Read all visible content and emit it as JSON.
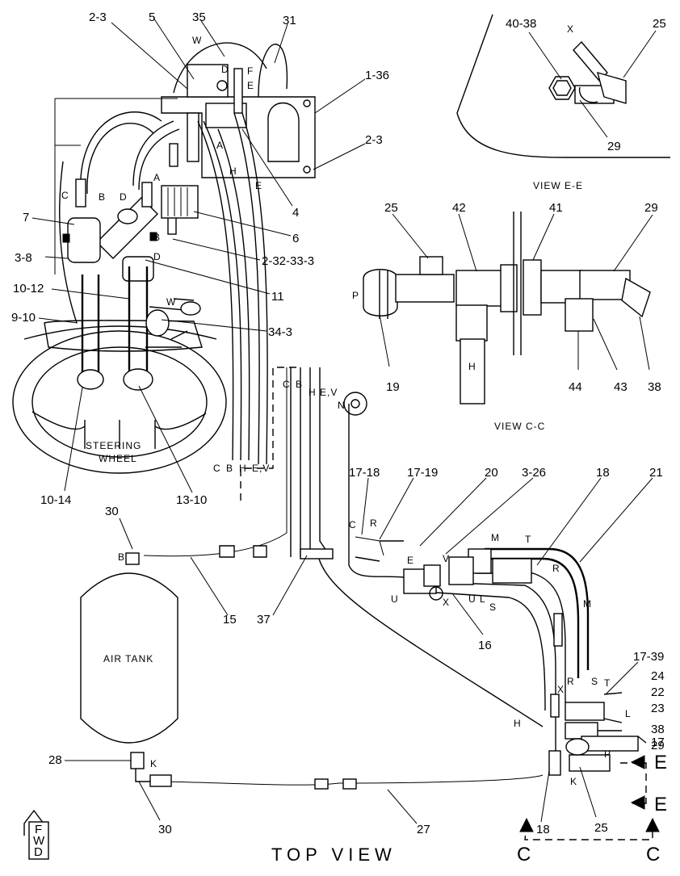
{
  "title": "TOP VIEW",
  "views": {
    "ee": "VIEW E-E",
    "cc": "VIEW C-C"
  },
  "components": {
    "air_tank": "AIR TANK",
    "steering_1": "STEERING",
    "steering_2": "WHEEL"
  },
  "fwd": [
    "F",
    "W",
    "D"
  ],
  "section_marks": {
    "c": "C",
    "e": "E"
  },
  "part_labels": {
    "l2_3a": "2-3",
    "l5": "5",
    "l35": "35",
    "l31": "31",
    "l1_36": "1-36",
    "l2_3b": "2-3",
    "l4": "4",
    "l6": "6",
    "l2_32": "2-32-33-3",
    "l11": "11",
    "l34_3": "34-3",
    "l7": "7",
    "l3_8": "3-8",
    "l10_12": "10-12",
    "l9_10": "9-10",
    "l10_14": "10-14",
    "l13_10": "13-10",
    "l30a": "30",
    "l15": "15",
    "l37": "37",
    "l17_18": "17-18",
    "l17_19a": "17-19",
    "l20": "20",
    "l3_26": "3-26",
    "l18a": "18",
    "l21": "21",
    "l16": "16",
    "l17_39": "17-39",
    "l24": "24",
    "l22": "22",
    "l23": "23",
    "l38a": "38",
    "l29a": "29",
    "l17": "17",
    "l18b": "18",
    "l25a": "25",
    "l28": "28",
    "l30b": "30",
    "l27": "27",
    "l40_38": "40-38",
    "l25b": "25",
    "l29b": "29",
    "l25c": "25",
    "l42": "42",
    "l41": "41",
    "l29c": "29",
    "l19": "19",
    "l44": "44",
    "l43": "43",
    "l38b": "38"
  },
  "line_letters": {
    "w1": "W",
    "d1": "D",
    "f1": "F",
    "e1": "E",
    "a1": "A",
    "h1": "H",
    "e2": "E",
    "c1": "C",
    "b1": "B",
    "d2": "D",
    "a2": "A",
    "b2": "B",
    "d3": "D",
    "w2": "W",
    "c2": "C",
    "b3": "B",
    "h2": "H",
    "ev1": "E,V",
    "c3": "C",
    "b4": "B",
    "h3": "H",
    "ev2": "E,V",
    "n1": "N",
    "b5": "B",
    "c4": "C",
    "r1": "R",
    "m1": "M",
    "t1": "T",
    "r2": "R",
    "e3": "E",
    "v1": "V",
    "u1": "U",
    "x1": "X",
    "u2": "U",
    "l1": "L",
    "s1": "S",
    "m2": "M",
    "x2": "X",
    "r3": "R",
    "s2": "S",
    "t2": "T",
    "l2": "L",
    "h4": "H",
    "p1": "P",
    "k1": "K",
    "k2": "K",
    "x3": "X",
    "p2": "P",
    "h5": "H"
  }
}
